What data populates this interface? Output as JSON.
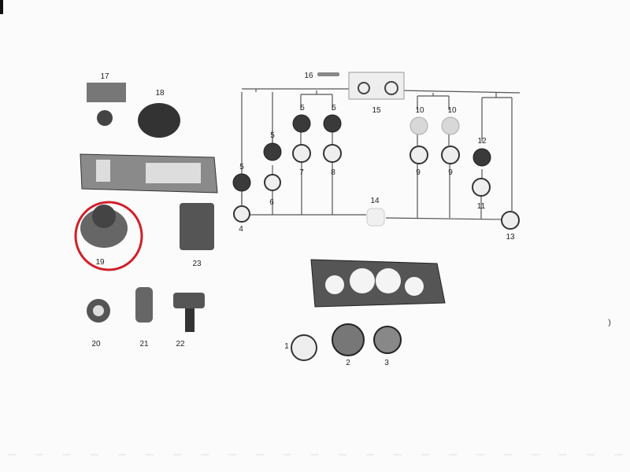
{
  "labels": {
    "p1": "1",
    "p2": "2",
    "p3": "3",
    "p4": "4",
    "p5": "5",
    "p6": "6",
    "p7": "7",
    "p8": "8",
    "p9": "9",
    "p10": "10",
    "p11": "11",
    "p12": "12",
    "p13": "13",
    "p14": "14",
    "p15": "15",
    "p16": "16",
    "p17": "17",
    "p18": "18",
    "p19": "19",
    "p20": "20",
    "p21": "21",
    "p22": "22",
    "p23": "23"
  },
  "highlight": {
    "part": "19",
    "color": "#d0202a"
  }
}
